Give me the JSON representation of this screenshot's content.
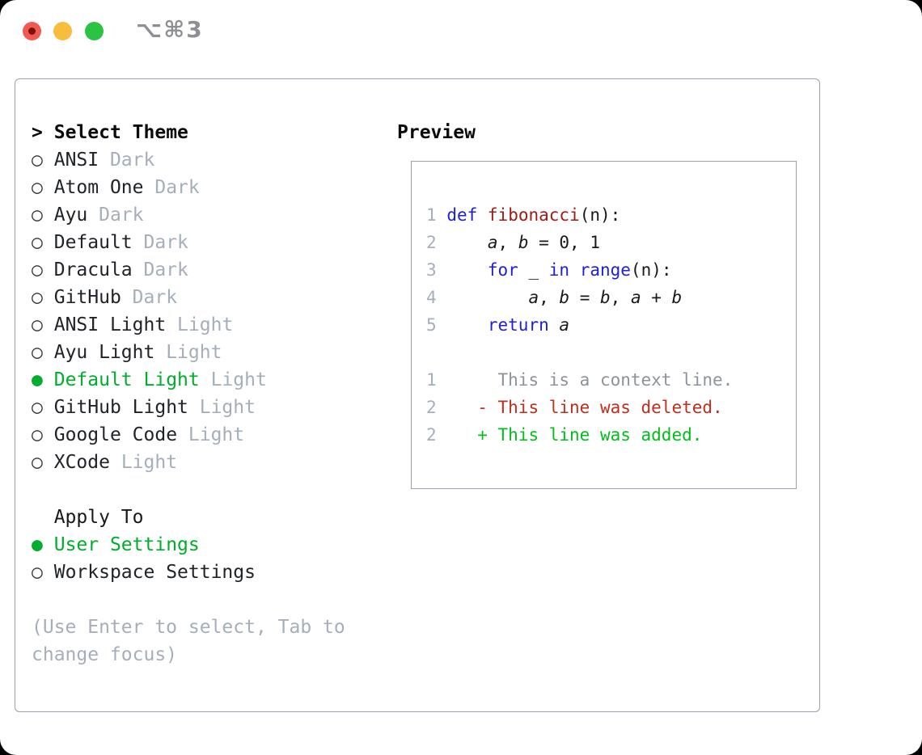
{
  "window": {
    "title": "⌥⌘3"
  },
  "colors": {
    "accent_green": "#00ad2c",
    "diff_added_green": "#00bf1a",
    "diff_deleted_red": "#c22d1c",
    "context_gray": "#8e9299",
    "keyword_blue": "#1d1fdd",
    "function_red": "#9e1a12",
    "muted_gray": "#a6aebb",
    "ink": "#17191c",
    "panel_border": "#9aa2ae",
    "traffic_red": "#f25a51",
    "traffic_yellow": "#f9bd3d",
    "traffic_green": "#2bc442",
    "title_gray": "#8d8f92"
  },
  "theme_selector": {
    "cursor": ">",
    "header": "Select Theme",
    "items": [
      {
        "name": "ANSI",
        "variant": "Dark",
        "selected": false
      },
      {
        "name": "Atom One",
        "variant": "Dark",
        "selected": false
      },
      {
        "name": "Ayu",
        "variant": "Dark",
        "selected": false
      },
      {
        "name": "Default",
        "variant": "Dark",
        "selected": false
      },
      {
        "name": "Dracula",
        "variant": "Dark",
        "selected": false
      },
      {
        "name": "GitHub",
        "variant": "Dark",
        "selected": false
      },
      {
        "name": "ANSI Light",
        "variant": "Light",
        "selected": false
      },
      {
        "name": "Ayu Light",
        "variant": "Light",
        "selected": false
      },
      {
        "name": "Default Light",
        "variant": "Light",
        "selected": true
      },
      {
        "name": "GitHub Light",
        "variant": "Light",
        "selected": false
      },
      {
        "name": "Google Code",
        "variant": "Light",
        "selected": false
      },
      {
        "name": "XCode",
        "variant": "Light",
        "selected": false
      }
    ]
  },
  "apply_to": {
    "header": "Apply To",
    "options": [
      {
        "label": "User Settings",
        "selected": true
      },
      {
        "label": "Workspace Settings",
        "selected": false
      }
    ]
  },
  "hint": "(Use Enter to select, Tab to change focus)",
  "preview": {
    "heading": "Preview",
    "code_lines": [
      [
        {
          "t": "1",
          "c": "num"
        },
        {
          "t": " ",
          "c": "pl"
        },
        {
          "t": "def",
          "c": "kw"
        },
        {
          "t": " ",
          "c": "pl"
        },
        {
          "t": "fibonacci",
          "c": "fn"
        },
        {
          "t": "(n):",
          "c": "pl"
        }
      ],
      [
        {
          "t": "2",
          "c": "num"
        },
        {
          "t": "     ",
          "c": "pl"
        },
        {
          "t": "a",
          "c": "var"
        },
        {
          "t": ", ",
          "c": "pl"
        },
        {
          "t": "b",
          "c": "var"
        },
        {
          "t": " = 0, 1",
          "c": "pl"
        }
      ],
      [
        {
          "t": "3",
          "c": "num"
        },
        {
          "t": "     ",
          "c": "pl"
        },
        {
          "t": "for",
          "c": "kw"
        },
        {
          "t": " _ ",
          "c": "pl"
        },
        {
          "t": "in",
          "c": "kw"
        },
        {
          "t": " ",
          "c": "pl"
        },
        {
          "t": "range",
          "c": "kw"
        },
        {
          "t": "(n):",
          "c": "pl"
        }
      ],
      [
        {
          "t": "4",
          "c": "num"
        },
        {
          "t": "         ",
          "c": "pl"
        },
        {
          "t": "a",
          "c": "var"
        },
        {
          "t": ", ",
          "c": "pl"
        },
        {
          "t": "b",
          "c": "var"
        },
        {
          "t": " = ",
          "c": "pl"
        },
        {
          "t": "b",
          "c": "var"
        },
        {
          "t": ", ",
          "c": "pl"
        },
        {
          "t": "a",
          "c": "var"
        },
        {
          "t": " + ",
          "c": "pl"
        },
        {
          "t": "b",
          "c": "var"
        }
      ],
      [
        {
          "t": "5",
          "c": "num"
        },
        {
          "t": "     ",
          "c": "pl"
        },
        {
          "t": "return",
          "c": "kw"
        },
        {
          "t": " ",
          "c": "pl"
        },
        {
          "t": "a",
          "c": "var"
        }
      ],
      [],
      [
        {
          "t": "1",
          "c": "num"
        },
        {
          "t": "      ",
          "c": "pl"
        },
        {
          "t": "This is a context line.",
          "c": "ctx"
        }
      ],
      [
        {
          "t": "2",
          "c": "num"
        },
        {
          "t": "    ",
          "c": "pl"
        },
        {
          "t": "- This line was deleted.",
          "c": "del"
        }
      ],
      [
        {
          "t": "2",
          "c": "num"
        },
        {
          "t": "    ",
          "c": "pl"
        },
        {
          "t": "+ This line was added.",
          "c": "add"
        }
      ]
    ]
  }
}
